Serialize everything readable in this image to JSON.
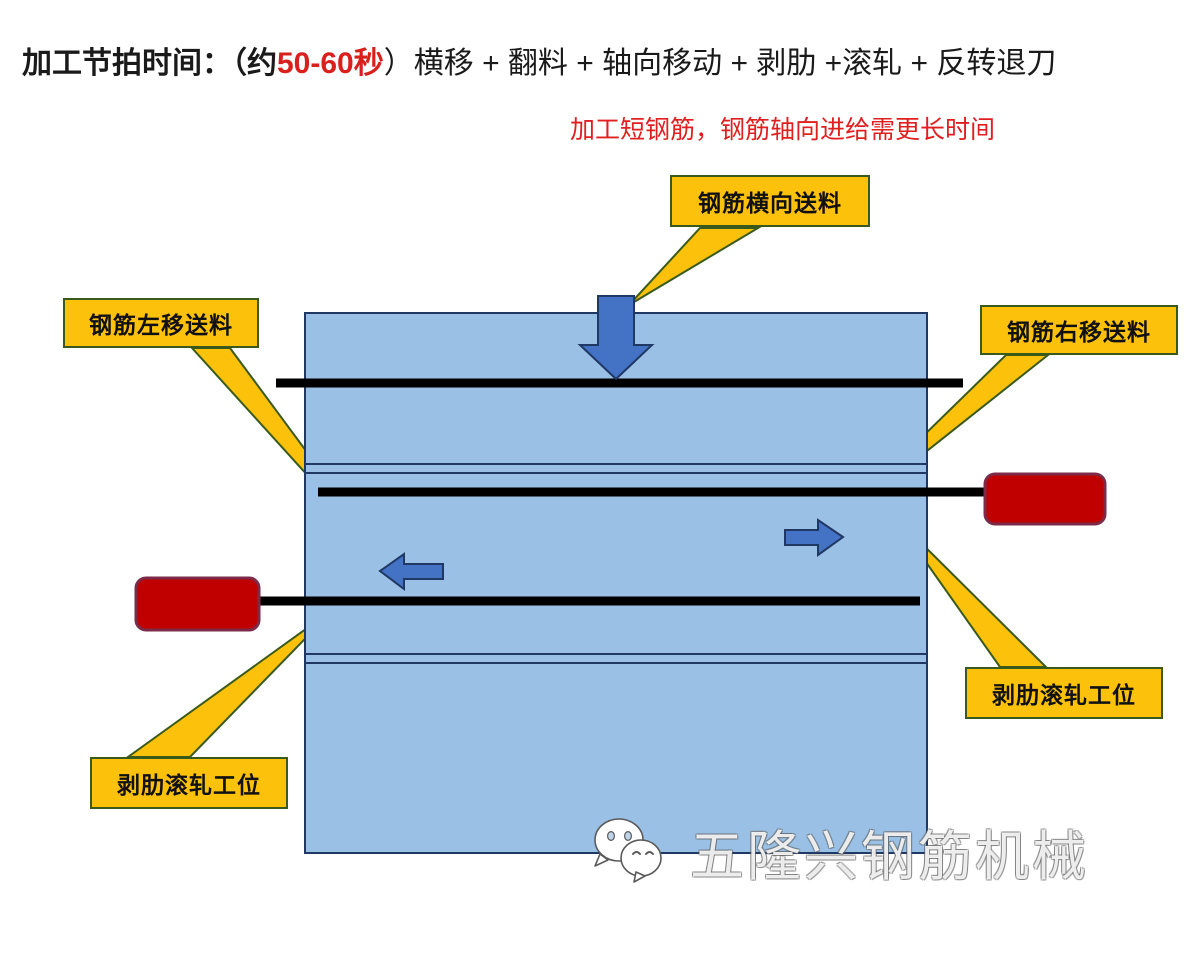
{
  "header": {
    "title_prefix": "加工节拍时间：（约",
    "title_accent": "50-60秒",
    "title_suffix": "）横移 + 翻料 + 轴向移动 + 剥肋 +滚轧 + 反转退刀",
    "note": "加工短钢筋，钢筋轴向进给需更长时间",
    "note_color": "#e02020",
    "accent_color": "#d9201c"
  },
  "callouts": {
    "top_feed": "钢筋横向送料",
    "left_feed": "钢筋左移送料",
    "right_feed": "钢筋右移送料",
    "station_right": "剥肋滚轧工位",
    "station_left": "剥肋滚轧工位"
  },
  "diagram": {
    "machine_fill": "#9AC0E5",
    "machine_stroke": "#1F3864",
    "callout_fill": "#FBC10B",
    "callout_stroke": "#3A5A1C",
    "arrow_fill": "#4472C4",
    "arrow_stroke": "#1F3864",
    "rebar_color": "#000000",
    "station_fill": "#C00000",
    "station_stroke": "#7B2B48",
    "icon_top_arrow": "arrow-down-icon",
    "icon_left_arrow": "arrow-left-icon",
    "icon_right_arrow": "arrow-right-icon",
    "rebar_count": 3,
    "station_block_count": 2
  },
  "watermark": {
    "text": "五隆兴钢筋机械",
    "icon": "wechat-icon"
  }
}
